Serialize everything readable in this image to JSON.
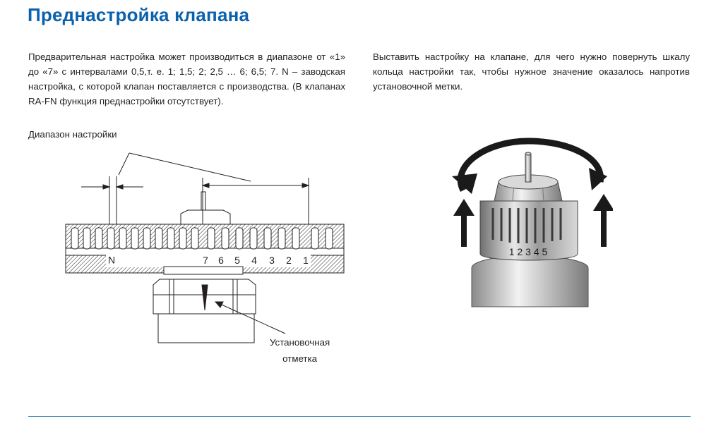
{
  "page": {
    "title": "Преднастройка клапана",
    "paragraph_left": "Предварительная настройка может производиться в диапазоне от «1» до «7» с интервалами 0,5,т. е. 1; 1,5; 2; 2,5 … 6; 6,5; 7. N – заводская настройка, с которой клапан поставляется с производства. (В клапанах RA-FN функция преднастройки отсутствует).",
    "paragraph_right": "Выставить настройку на клапане, для чего нужно повернуть шкалу кольца настройки так, чтобы нужное значение оказалось напротив установочной метки.",
    "diagram": {
      "range_label": "Диапазон настройки",
      "mark_label_line1": "Установочная",
      "mark_label_line2": "отметка",
      "scale_n": "N",
      "scale_7": "7",
      "scale_6": "6",
      "scale_5": "5",
      "scale_4": "4",
      "scale_3": "3",
      "scale_2": "2",
      "scale_1": "1"
    },
    "photo": {
      "ring_digits": "1 2 3 4 5"
    }
  }
}
